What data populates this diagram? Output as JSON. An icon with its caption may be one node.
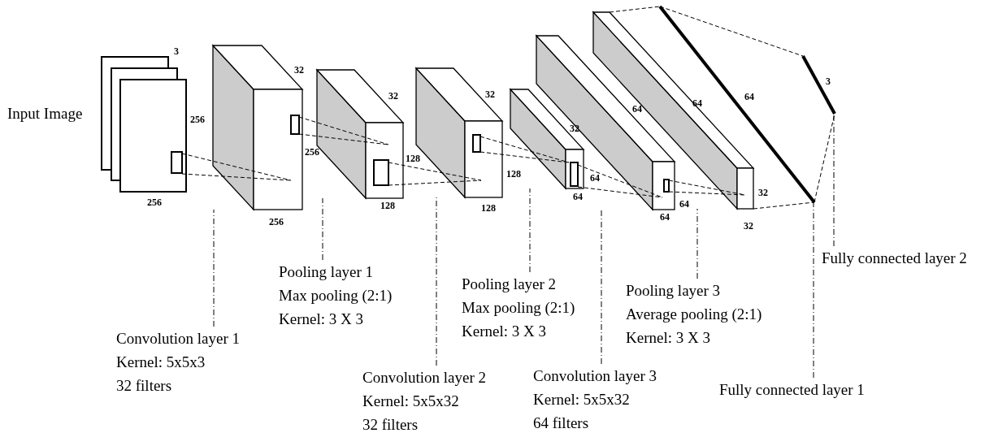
{
  "diagram": {
    "nodes": [
      {
        "text": [],
        "shape": "box"
      },
      {
        "text": [],
        "shape": "box"
      },
      {
        "text": [],
        "shape": "box"
      },
      {
        "text": [],
        "shape": "box"
      },
      {
        "text": [],
        "shape": "box"
      },
      {
        "text": [],
        "shape": "box"
      },
      {
        "text": [],
        "shape": "box"
      },
      {
        "text": [],
        "shape": "bar"
      },
      {
        "text": [],
        "shape": "bar"
      },
      {
        "text": [
          "Convolution layer 1",
          "Kernel: 5x5x3",
          "32 filters"
        ]
      },
      {
        "text": [
          "Pooling layer 1",
          "Max pooling (2:1)",
          "Kernel: 3 X 3"
        ]
      },
      {
        "text": [
          "Convolution layer 2",
          "Kernel: 5x5x32",
          "32 filters"
        ]
      },
      {
        "text": [
          "Pooling layer 2",
          "Max pooling (2:1)",
          "Kernel: 3 X 3"
        ]
      },
      {
        "text": [
          "Convolution layer 3",
          "Kernel: 5x5x32",
          "64 filters"
        ]
      },
      {
        "text": [
          "Pooling layer 3",
          "Average pooling (2:1)",
          "Kernel: 3 X 3"
        ]
      },
      {
        "text": [
          "Fully connected layer 1"
        ]
      },
      {
        "text": [
          "Fully connected layer 2"
        ]
      }
    ],
    "edges": [
      {
        "from": 9,
        "to": 1,
        "arrow": "none",
        "style": "dashed"
      },
      {
        "from": 10,
        "to": 2,
        "arrow": "none",
        "style": "dashed"
      },
      {
        "from": 11,
        "to": 3,
        "arrow": "none",
        "style": "dashed"
      },
      {
        "from": 12,
        "to": 4,
        "arrow": "none",
        "style": "dashed"
      },
      {
        "from": 13,
        "to": 5,
        "arrow": "none",
        "style": "dashed"
      },
      {
        "from": 14,
        "to": 6,
        "arrow": "none",
        "style": "dashed"
      },
      {
        "from": 15,
        "to": 7,
        "arrow": "none",
        "style": "dashed"
      },
      {
        "from": 16,
        "to": 8,
        "arrow": "none",
        "style": "dashed"
      },
      {
        "from": 6,
        "to": 7,
        "arrow": "none",
        "style": "dashed"
      },
      {
        "from": 6,
        "to": 7,
        "arrow": "none",
        "style": "dashed"
      },
      {
        "from": 7,
        "to": 8,
        "arrow": "none",
        "style": "dashed"
      },
      {
        "from": 7,
        "to": 8,
        "arrow": "none",
        "style": "dashed"
      }
    ],
    "labels": [
      "Input Image",
      "3",
      "256",
      "256",
      "32",
      "256",
      "256",
      "32",
      "128",
      "128",
      "32",
      "128",
      "128",
      "32",
      "64",
      "64",
      "64",
      "64",
      "64",
      "64",
      "32",
      "32",
      "64",
      "3"
    ]
  }
}
